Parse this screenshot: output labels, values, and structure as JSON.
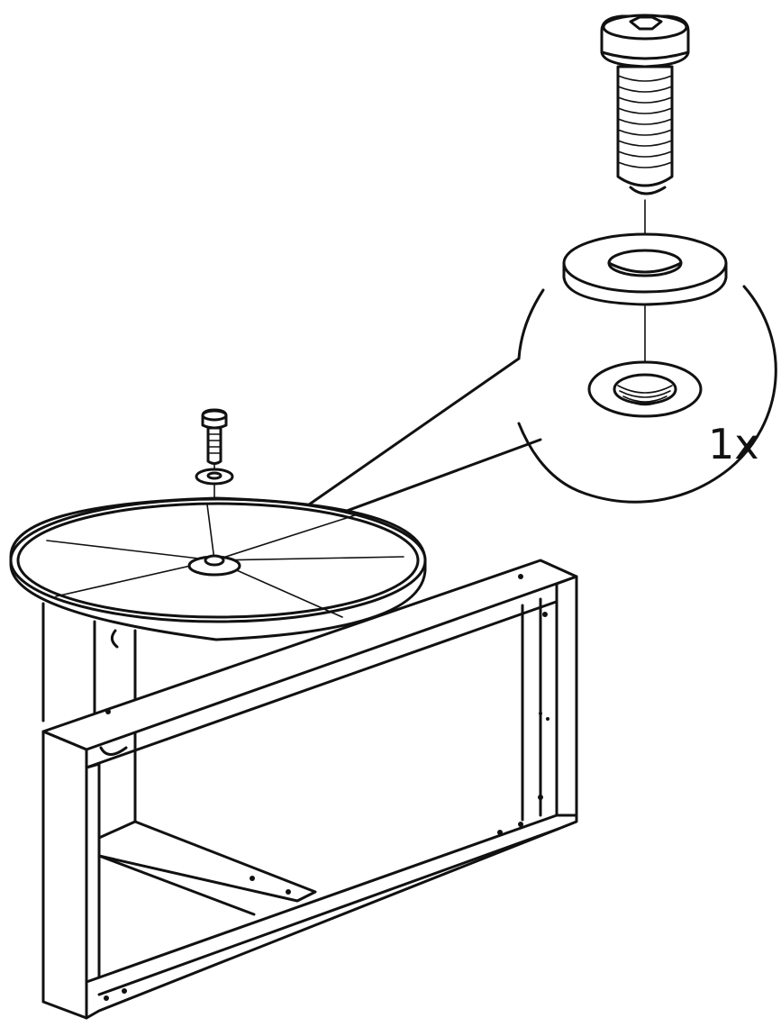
{
  "instruction_step": {
    "quantity_label": "1x",
    "parts": [
      "hex-socket-screw-icon",
      "washer-icon",
      "threaded-insert-icon"
    ],
    "assembly": [
      "round-tabletop-plate",
      "rectangular-frame",
      "frame-legs"
    ],
    "line_color": "#111111",
    "background_color": "#ffffff"
  }
}
